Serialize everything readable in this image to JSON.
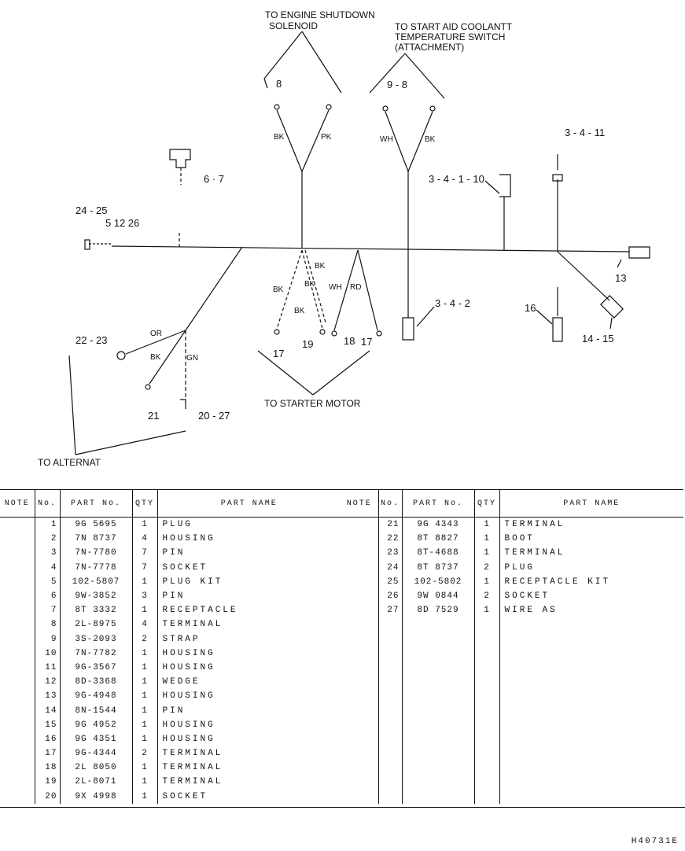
{
  "diagram": {
    "callouts": {
      "engine_shutdown": [
        "TO ENGINE SHUTDOWN",
        "SOLENOID"
      ],
      "start_aid": [
        "TO START AID COOLANTT",
        "TEMPERATURE SWITCH",
        "(ATTACHMENT)"
      ],
      "starter_motor": "TO STARTER MOTOR",
      "alternator": "TO ALTERNAT"
    },
    "refs": {
      "r8": "8",
      "r98": "9 - 8",
      "r67": "6 · 7",
      "r311": "3 - 4 - 11",
      "r34110": "3 - 4 - 1 - 10",
      "r2425": "24 - 25",
      "r51226": "5  12  26",
      "r13": "13",
      "r342": "3 - 4 - 2",
      "r16": "16",
      "r1415": "14 - 15",
      "r2223": "22 - 23",
      "r21": "21",
      "r2027": "20 - 27",
      "r17a": "17",
      "r19": "19",
      "r18": "18",
      "r17b": "17"
    },
    "wires": {
      "bk1": "BK",
      "pk": "PK",
      "wh1": "WH",
      "bk2": "BK",
      "bk3": "BK",
      "bk4": "BK",
      "bk5": "BK",
      "bk6": "BK",
      "wh2": "WH",
      "rd": "RD",
      "or": "OR",
      "bk7": "BK",
      "gn": "GN"
    }
  },
  "parts_table": {
    "headers": {
      "note": "NOTE",
      "no": "No.",
      "part": "PART  No.",
      "qty": "QTY",
      "name": "PART  NAME"
    },
    "left_rows": [
      {
        "no": "1",
        "part": "9G 5695",
        "qty": "1",
        "name": "PLUG"
      },
      {
        "no": "2",
        "part": "7N 8737",
        "qty": "4",
        "name": "HOUSING"
      },
      {
        "no": "3",
        "part": "7N-7780",
        "qty": "7",
        "name": "PIN"
      },
      {
        "no": "4",
        "part": "7N-7778",
        "qty": "7",
        "name": "SOCKET"
      },
      {
        "no": "5",
        "part": "102-5807",
        "qty": "1",
        "name": "PLUG KIT"
      },
      {
        "no": "6",
        "part": "9W-3852",
        "qty": "3",
        "name": "PIN"
      },
      {
        "no": "7",
        "part": "8T 3332",
        "qty": "1",
        "name": "RECEPTACLE"
      },
      {
        "no": "8",
        "part": "2L-8975",
        "qty": "4",
        "name": "TERMINAL"
      },
      {
        "no": "9",
        "part": "3S-2093",
        "qty": "2",
        "name": "STRAP"
      },
      {
        "no": "10",
        "part": "7N-7782",
        "qty": "1",
        "name": "HOUSING"
      },
      {
        "no": "11",
        "part": "9G-3567",
        "qty": "1",
        "name": "HOUSING"
      },
      {
        "no": "12",
        "part": "8D-3368",
        "qty": "1",
        "name": "WEDGE"
      },
      {
        "no": "13",
        "part": "9G-4948",
        "qty": "1",
        "name": "HOUSING"
      },
      {
        "no": "14",
        "part": "8N-1544",
        "qty": "1",
        "name": "PIN"
      },
      {
        "no": "15",
        "part": "9G 4952",
        "qty": "1",
        "name": "HOUSING"
      },
      {
        "no": "16",
        "part": "9G 4351",
        "qty": "1",
        "name": "HOUSING"
      },
      {
        "no": "17",
        "part": "9G-4344",
        "qty": "2",
        "name": "TERMINAL"
      },
      {
        "no": "18",
        "part": "2L 8050",
        "qty": "1",
        "name": "TERMINAL"
      },
      {
        "no": "19",
        "part": "2L-8071",
        "qty": "1",
        "name": "TERMINAL"
      },
      {
        "no": "20",
        "part": "9X 4998",
        "qty": "1",
        "name": "SOCKET"
      }
    ],
    "right_rows": [
      {
        "no": "21",
        "part": "9G 4343",
        "qty": "1",
        "name": "TERMINAL"
      },
      {
        "no": "22",
        "part": "8T 8827",
        "qty": "1",
        "name": "BOOT"
      },
      {
        "no": "23",
        "part": "8T-4688",
        "qty": "1",
        "name": "TERMINAL"
      },
      {
        "no": "24",
        "part": "8T 8737",
        "qty": "2",
        "name": "PLUG"
      },
      {
        "no": "25",
        "part": "102-5802",
        "qty": "1",
        "name": "RECEPTACLE KIT"
      },
      {
        "no": "26",
        "part": "9W 0844",
        "qty": "2",
        "name": "SOCKET"
      },
      {
        "no": "27",
        "part": "8D 7529",
        "qty": "1",
        "name": "WIRE AS"
      }
    ]
  },
  "footer": {
    "ref_code": "H40731E"
  }
}
